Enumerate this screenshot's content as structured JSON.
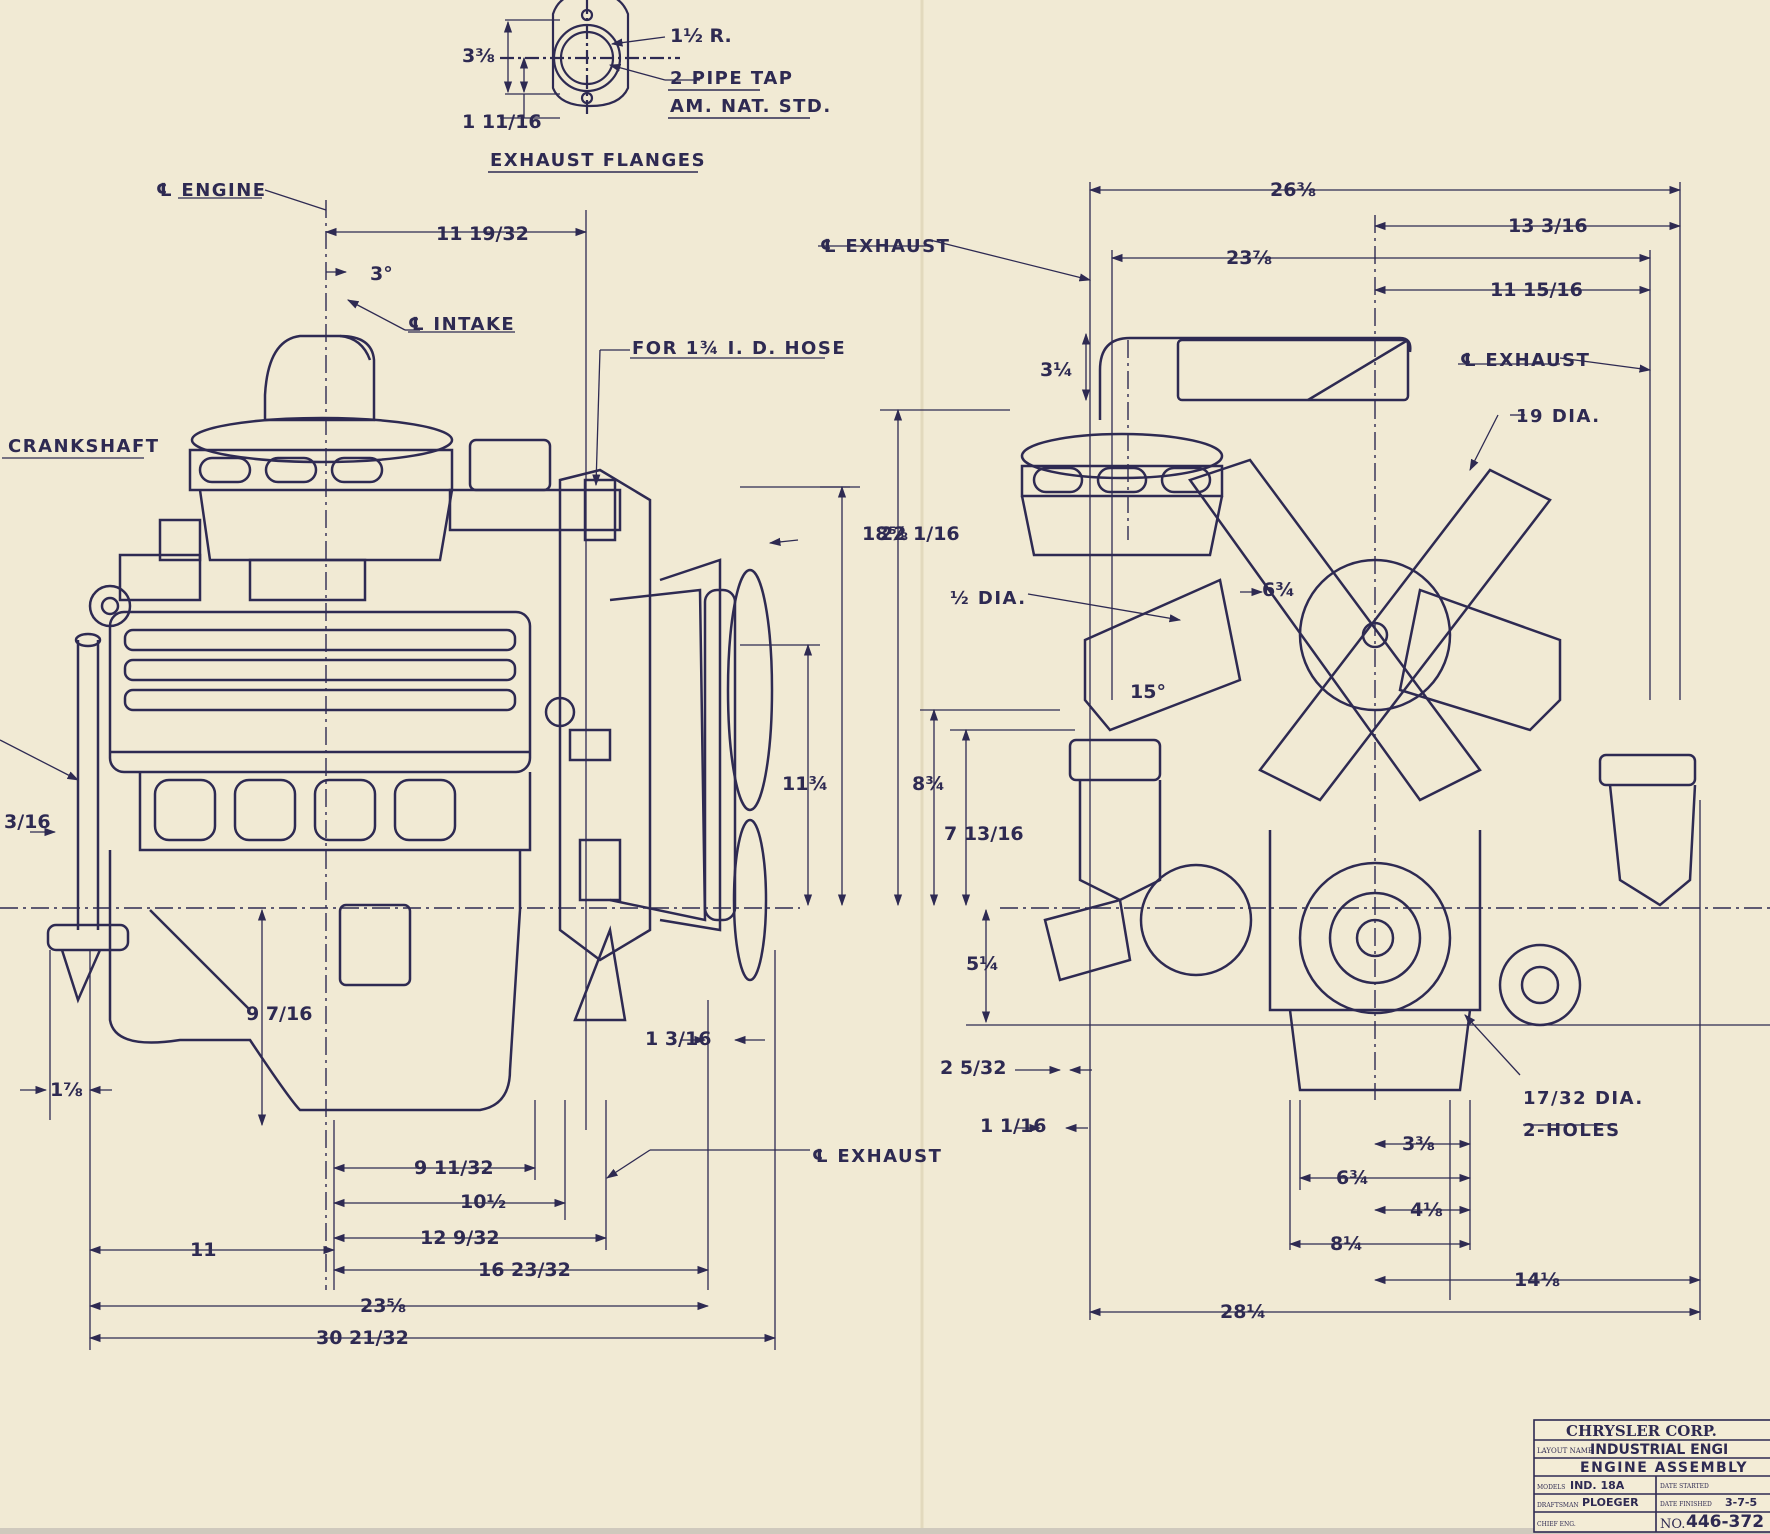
{
  "labels": {
    "exhaust_flanges": "EXHAUST FLANGES",
    "pipe_tap_1": "2 PIPE TAP",
    "pipe_tap_2": "AM. NAT. STD.",
    "flange_radius": "1½ R.",
    "engine_cl": "℄ ENGINE",
    "intake_cl": "℄ INTAKE",
    "crankshaft": "CRANKSHAFT",
    "hose": "FOR 1¾ I. D. HOSE",
    "exhaust_cl_bottom": "℄ EXHAUST",
    "exhaust_cl_left": "℄ EXHAUST",
    "exhaust_cl_right": "℄ EXHAUST",
    "fan_dia": "19 DIA.",
    "half_dia": "½ DIA.",
    "holes_dia": "17/32 DIA.",
    "holes": "2-HOLES"
  },
  "dimensions": {
    "flange_height": "3⅜",
    "flange_offset": "1 11/16",
    "side_engine_to_face": "11 19/32",
    "intake_angle": "3°",
    "side_cl_to_left_end": "11",
    "side_9_11_32": "9 11/32",
    "side_10_1_2": "10½",
    "side_12_9_32": "12 9/32",
    "side_16_23_32": "16 23/32",
    "side_23_5_8": "23⅝",
    "side_30_21_32": "30 21/32",
    "side_18_5_8": "18⅝",
    "side_11_3_4": "11¾",
    "side_9_7_16": "9 7/16",
    "side_1_3_16": "1 3/16",
    "side_1_7_8": "1⅞",
    "side_3_16": "3/16",
    "front_26_3_8": "26⅜",
    "front_23_7_8": "23⅞",
    "front_13_3_16": "13 3/16",
    "front_11_15_16": "11 15/16",
    "front_3_1_4": "3¼",
    "front_22_1_16": "22 1/16",
    "front_6_3_4_upper": "6¾",
    "front_15_deg": "15°",
    "front_8_3_4": "8¾",
    "front_7_13_16": "7 13/16",
    "front_5_1_4": "5¼",
    "front_2_5_32": "2 5/32",
    "front_1_1_16": "1 1/16",
    "front_3_3_8": "3⅜",
    "front_6_3_4": "6¾",
    "front_4_1_8": "4⅛",
    "front_8_1_4": "8¼",
    "front_14_1_8": "14⅛",
    "front_28_1_4": "28¼"
  },
  "title_block": {
    "company": "CHRYSLER     CORP.",
    "layout_name_label": "LAYOUT NAME",
    "layout_name": "INDUSTRIAL ENGI",
    "title": "ENGINE ASSEMBLY",
    "models_label": "MODELS",
    "models": "IND. 18A",
    "draftsman_label": "DRAFTSMAN",
    "draftsman": "PLOEGER",
    "date_started_label": "DATE STARTED",
    "date_finished_label": "DATE FINISHED",
    "date_finished": "3-7-5",
    "chief_label": "CHIEF ENG.",
    "number_label": "NO.",
    "number": "446-372"
  }
}
